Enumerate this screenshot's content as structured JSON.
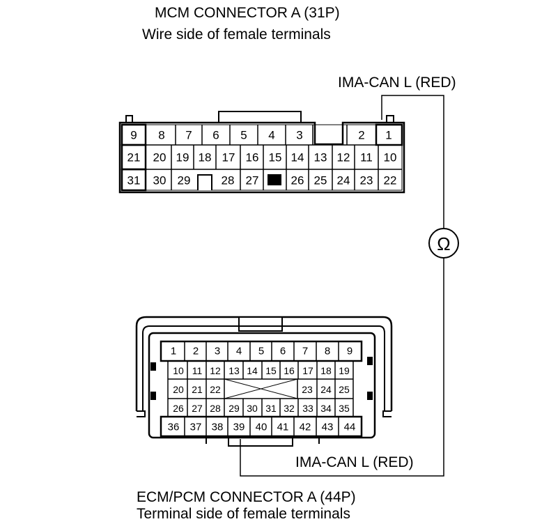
{
  "mcm_connector": {
    "title": "MCM CONNECTOR A (31P)",
    "subtitle": "Wire side of female terminals",
    "row1": [
      "9",
      "8",
      "7",
      "6",
      "5",
      "4",
      "3",
      "2",
      "1"
    ],
    "row2": [
      "21",
      "20",
      "19",
      "18",
      "17",
      "16",
      "15",
      "14",
      "13",
      "12",
      "11",
      "10"
    ],
    "row3": [
      "31",
      "30",
      "29",
      "28",
      "27",
      "26",
      "25",
      "24",
      "23",
      "22"
    ]
  },
  "ecm_connector": {
    "title": "ECM/PCM CONNECTOR A (44P)",
    "subtitle": "Terminal side of female terminals",
    "row1": [
      "1",
      "2",
      "3",
      "4",
      "5",
      "6",
      "7",
      "8",
      "9"
    ],
    "row2": [
      "10",
      "11",
      "12",
      "13",
      "14",
      "15",
      "16",
      "17",
      "18",
      "19"
    ],
    "row3": [
      "20",
      "21",
      "22",
      "23",
      "24",
      "25"
    ],
    "row4": [
      "26",
      "27",
      "28",
      "29",
      "30",
      "31",
      "32",
      "33",
      "34",
      "35"
    ],
    "row5": [
      "36",
      "37",
      "38",
      "39",
      "40",
      "41",
      "42",
      "43",
      "44"
    ]
  },
  "wires": {
    "top_label": "IMA-CAN L (RED)",
    "bottom_label": "IMA-CAN L (RED)"
  },
  "meter": {
    "symbol": "Ω"
  }
}
